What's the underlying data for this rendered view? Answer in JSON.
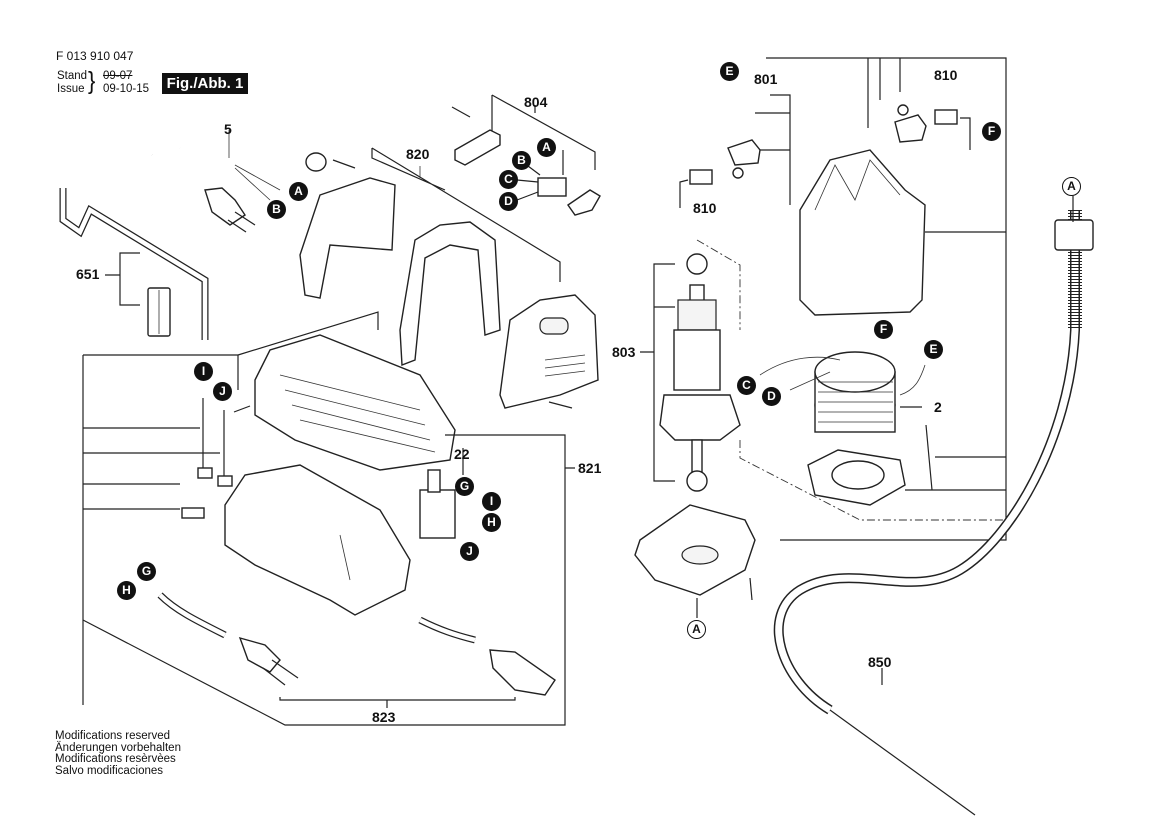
{
  "header": {
    "document_number": "F 013 910 047",
    "stand_label": "Stand",
    "issue_label": "Issue",
    "stand_date_struck": "09-07",
    "issue_date": "09-10-15",
    "figure_label": "Fig./Abb. 1"
  },
  "footer": {
    "notes": [
      "Modifications reserved",
      "Änderungen vorbehalten",
      "Modifications resèrvèes",
      "Salvo modificaciones"
    ]
  },
  "part_numbers": {
    "p5": "5",
    "p651": "651",
    "p820": "820",
    "p804": "804",
    "p801": "801",
    "p810_top": "810",
    "p810_left": "810",
    "p803": "803",
    "p2": "2",
    "p22": "22",
    "p821": "821",
    "p823": "823",
    "p850": "850"
  },
  "connection_markers": {
    "cord_A": "A",
    "cord_B": "B",
    "switch_A": "A",
    "switch_B": "B",
    "switch_C": "C",
    "switch_D": "D",
    "brush_E": "E",
    "brush_F": "F",
    "stator_F": "F",
    "stator_E": "E",
    "stator_C": "C",
    "stator_D": "D",
    "pedal_I": "I",
    "pedal_J": "J",
    "pswitch_G": "G",
    "pswitch_I": "I",
    "pswitch_H": "H",
    "pswitch_J": "J",
    "cable_G": "G",
    "cable_H": "H",
    "shaft_A": "A",
    "hose_A": "A"
  }
}
